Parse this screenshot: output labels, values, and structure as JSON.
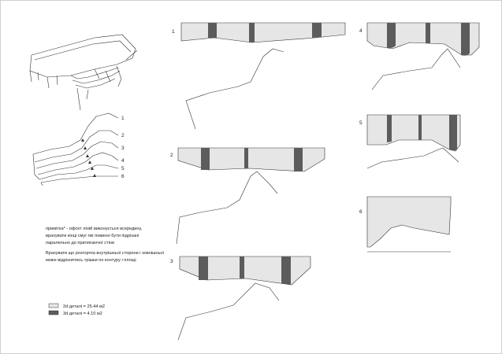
{
  "panels": [
    {
      "number": "1"
    },
    {
      "number": "2"
    },
    {
      "number": "3"
    },
    {
      "number": "4"
    },
    {
      "number": "5"
    },
    {
      "number": "6"
    }
  ],
  "section_labels": [
    "1",
    "2",
    "3",
    "4",
    "5",
    "6"
  ],
  "notes": {
    "line1": "примітка*  - офсет ліній виконується всередину,",
    "line2": "врахувати кінці смуг які повинні бути підрізані",
    "line3": "паралельно до прилягаючої стіни",
    "line4": "Врахувати що розгортка внутрішньої сторони і зовнішньої",
    "line5": "може відрізнятись трішки по контуру і площі"
  },
  "legend": {
    "light_label": "2d деталі = 25.44 м2",
    "dark_label": "3d деталі = 4.10 м2"
  },
  "colors": {
    "panel_fill": "#e6e6e6",
    "strip_fill": "#5c5c5c",
    "line": "#333333"
  }
}
